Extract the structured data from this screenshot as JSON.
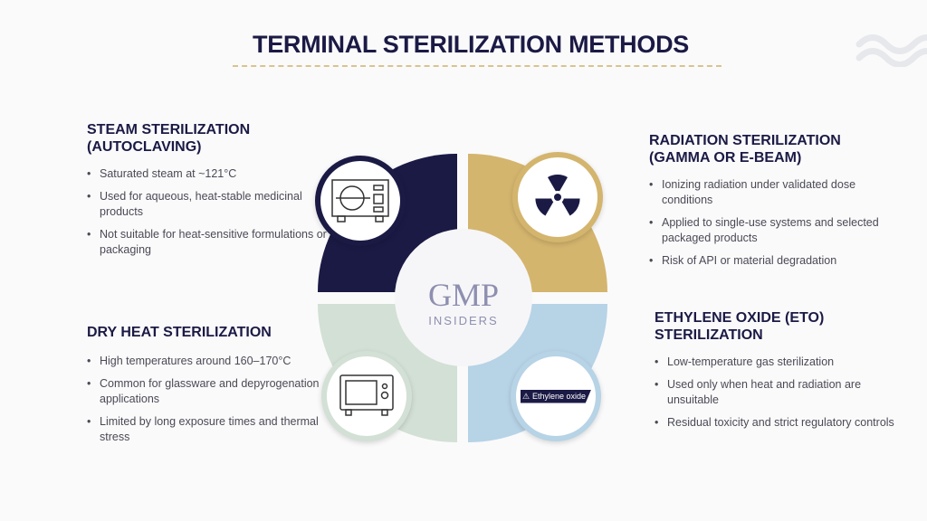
{
  "title": "TERMINAL STERILIZATION METHODS",
  "logo": {
    "main": "GMP",
    "sub": "INSIDERS"
  },
  "colors": {
    "navy": "#1b1a45",
    "gold": "#d4b56e",
    "sage": "#d3e0d5",
    "blue": "#b7d3e6"
  },
  "sections": [
    {
      "title": "STEAM STERILIZATION (AUTOCLAVING)",
      "icon": "autoclave-icon",
      "bullets": [
        "Saturated steam at ~121°C",
        "Used for aqueous, heat-stable medicinal products",
        "Not suitable for heat-sensitive formulations or packaging"
      ]
    },
    {
      "title": "RADIATION STERILIZATION (GAMMA OR E-BEAM)",
      "icon": "radiation-icon",
      "bullets": [
        "Ionizing radiation under validated dose conditions",
        "Applied to single-use systems and selected packaged products",
        "Risk of API or material degradation"
      ]
    },
    {
      "title": "DRY HEAT STERILIZATION",
      "icon": "oven-icon",
      "bullets": [
        "High temperatures around 160–170°C",
        "Common for glassware and depyrogenation applications",
        "Limited by long exposure times and thermal stress"
      ]
    },
    {
      "title": "ETHYLENE OXIDE (ETO) STERILIZATION",
      "icon": "ethylene-oxide-label-icon",
      "label": "Ethylene oxide",
      "bullets": [
        "Low-temperature gas sterilization",
        "Used only when heat and radiation are unsuitable",
        "Residual toxicity and strict regulatory controls"
      ]
    }
  ]
}
